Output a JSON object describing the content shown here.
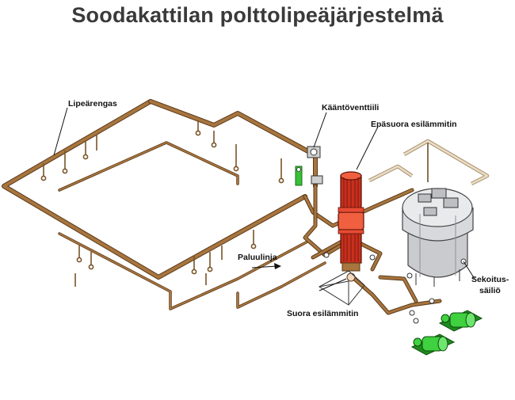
{
  "title": "Soodakattilan polttolipeäjärjestelmä",
  "labels": {
    "ring": "Lipeärengas",
    "valve": "Kääntöventtiili",
    "indirect": "Epäsuora esilämmitin",
    "return": "Paluulinja",
    "direct": "Suora esilämmitin",
    "mixing_line1": "Sekoitus-",
    "mixing_line2": "säiliö"
  },
  "colors": {
    "pipe": "#a8753f",
    "pipe_edge": "#5a3a18",
    "heater": "#c8301e",
    "heater_band": "#f06040",
    "tank": "#c9cbce",
    "pump": "#3fd13f",
    "pump_dark": "#1f8a1f",
    "frame": "#eadbc3",
    "valve_green": "#39c039"
  }
}
